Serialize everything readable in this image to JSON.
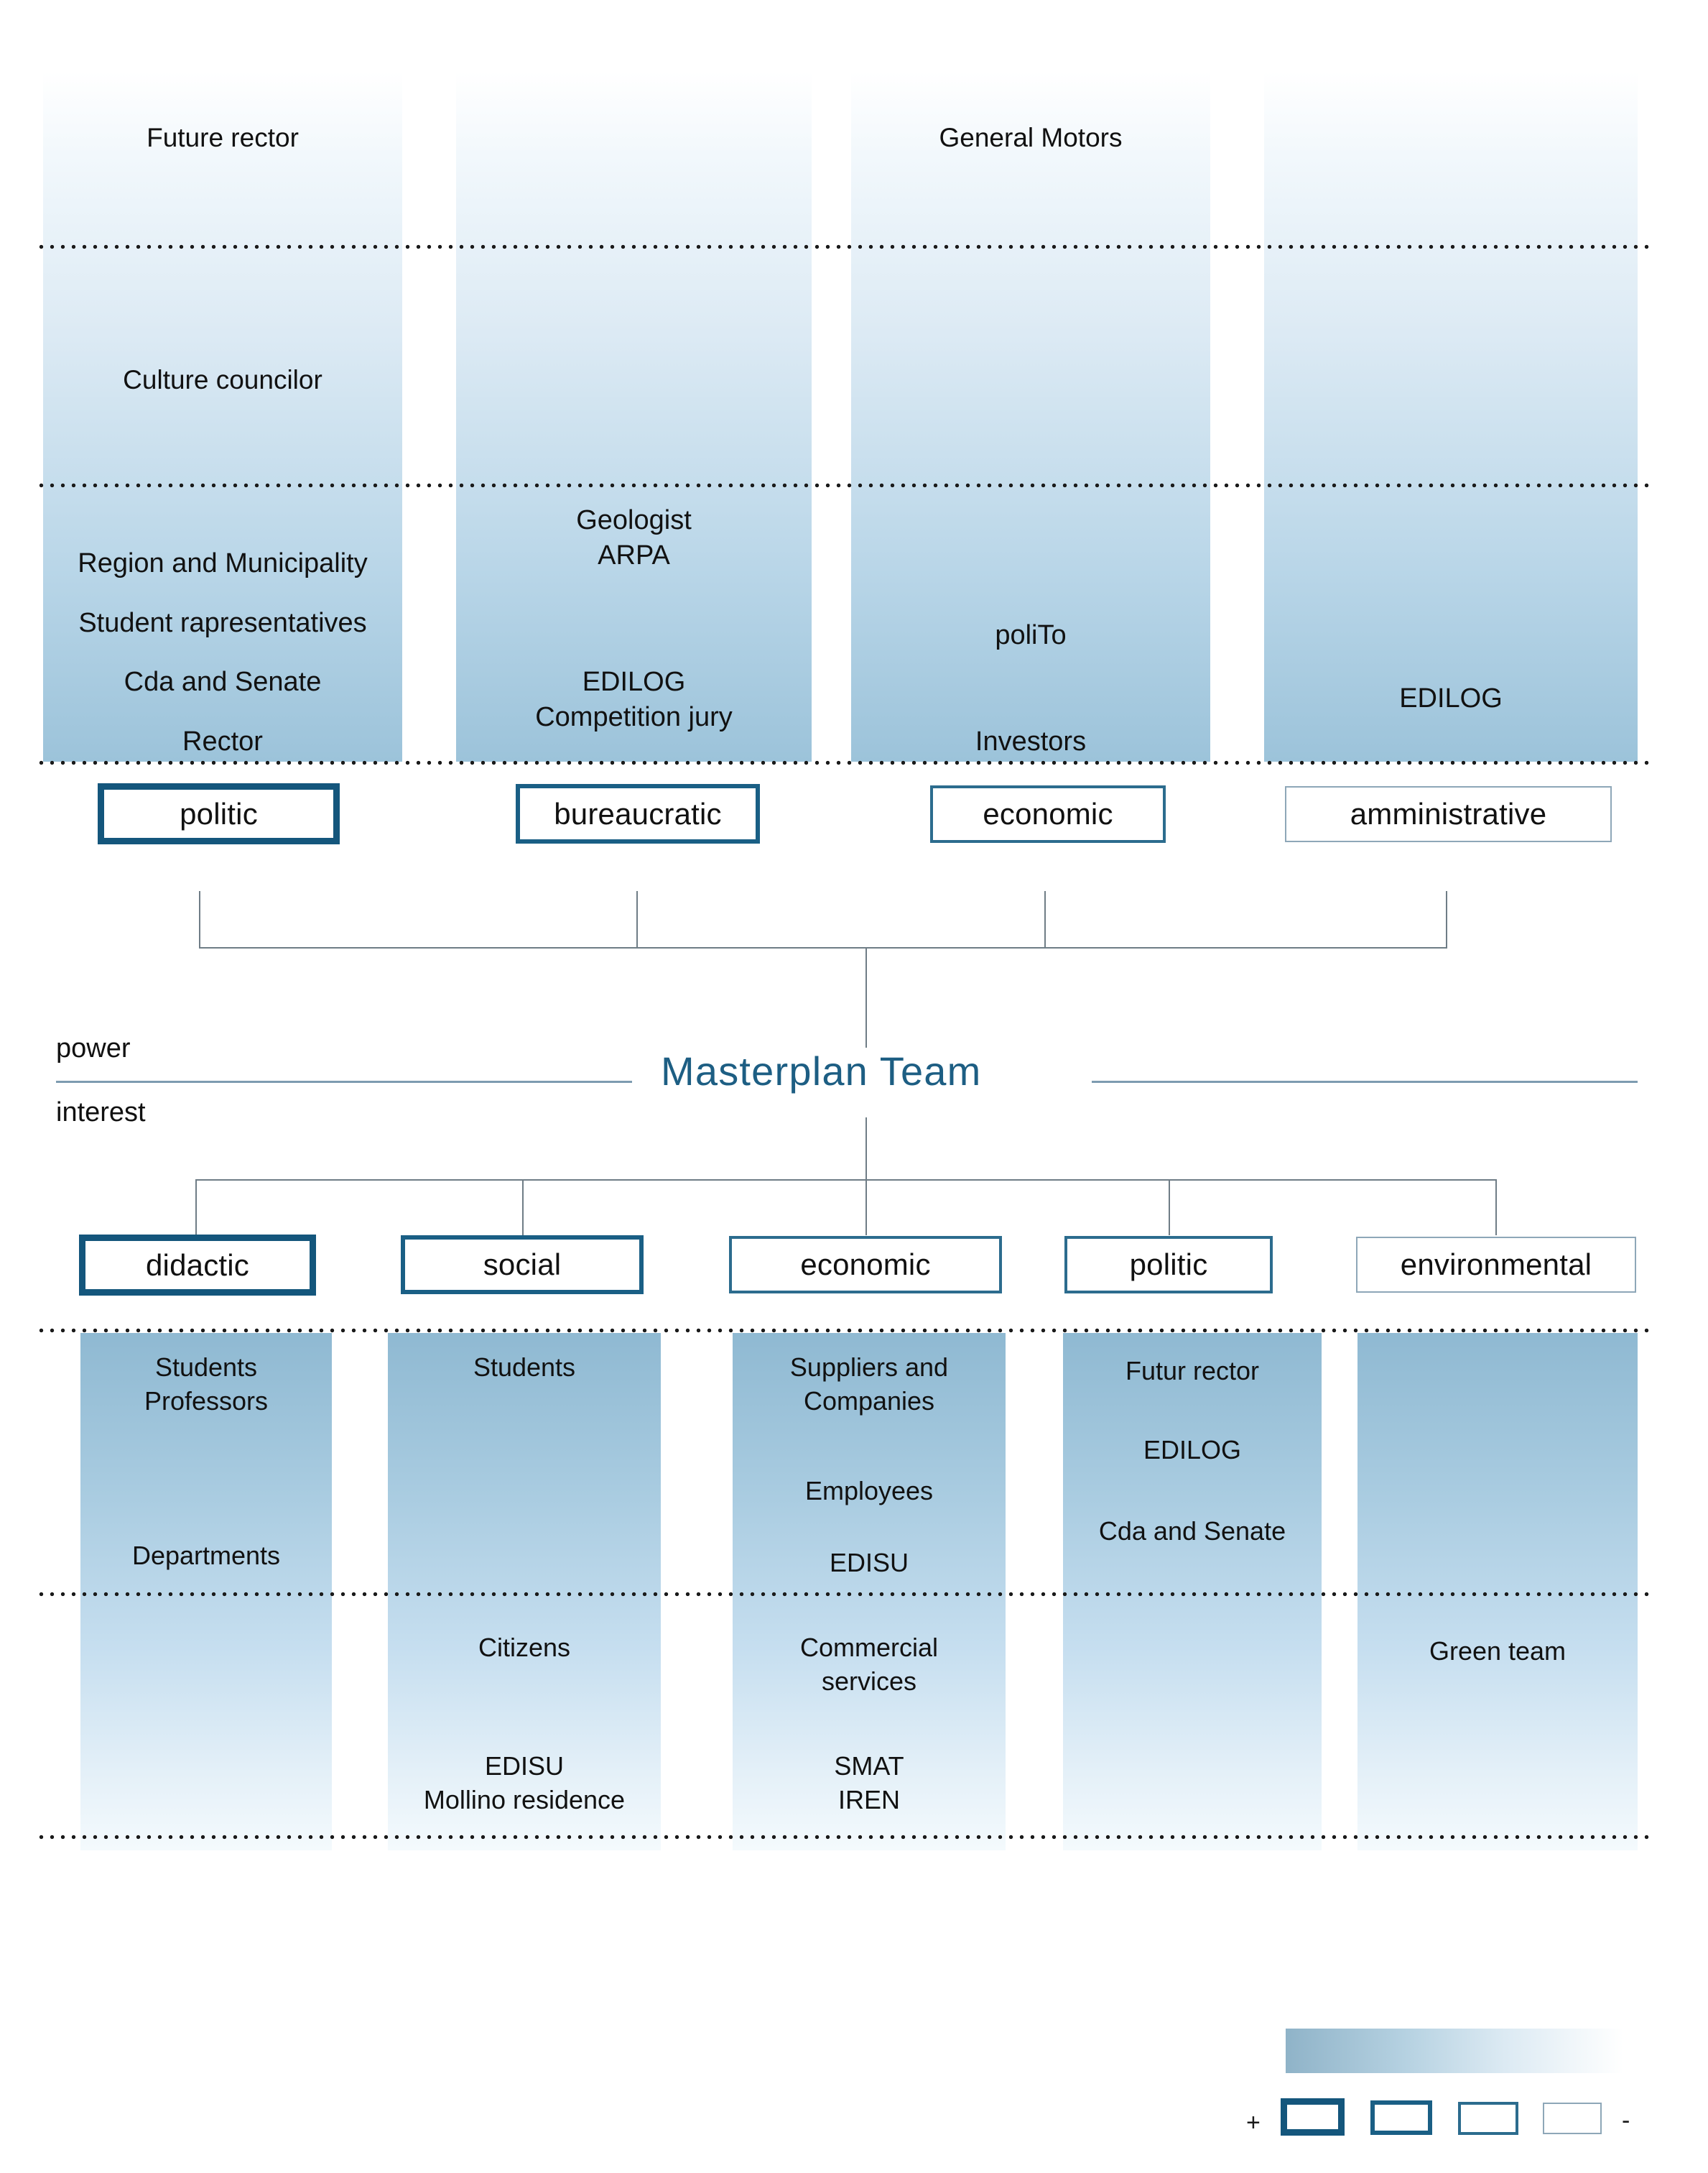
{
  "diagram": {
    "title": "Masterplan Team",
    "axis": {
      "power_label": "power",
      "interest_label": "interest"
    },
    "top_section": {
      "categories": [
        {
          "label": "politic",
          "weight": 4
        },
        {
          "label": "bureaucratic",
          "weight": 3
        },
        {
          "label": "economic",
          "weight": 2
        },
        {
          "label": "amministrative",
          "weight": 1
        }
      ],
      "columns": [
        {
          "category": "politic",
          "tiers": [
            {
              "tier": "high",
              "entries": [
                "Future rector"
              ]
            },
            {
              "tier": "medium",
              "entries": [
                "Culture councilor"
              ]
            },
            {
              "tier": "low",
              "entries": [
                "Region and Municipality",
                "Student rapresentatives",
                "Cda and Senate",
                "Rector"
              ]
            }
          ]
        },
        {
          "category": "bureaucratic",
          "tiers": [
            {
              "tier": "high",
              "entries": []
            },
            {
              "tier": "medium",
              "entries": []
            },
            {
              "tier": "low",
              "entries": [
                "Geologist",
                "ARPA",
                "EDILOG",
                "Competition jury"
              ]
            }
          ]
        },
        {
          "category": "economic",
          "tiers": [
            {
              "tier": "high",
              "entries": [
                "General Motors"
              ]
            },
            {
              "tier": "medium",
              "entries": []
            },
            {
              "tier": "low",
              "entries": [
                "poliTo",
                "Investors"
              ]
            }
          ]
        },
        {
          "category": "amministrative",
          "tiers": [
            {
              "tier": "high",
              "entries": []
            },
            {
              "tier": "medium",
              "entries": []
            },
            {
              "tier": "low",
              "entries": [
                "EDILOG"
              ]
            }
          ]
        }
      ]
    },
    "bottom_section": {
      "categories": [
        {
          "label": "didactic",
          "weight": 4
        },
        {
          "label": "social",
          "weight": 3
        },
        {
          "label": "economic",
          "weight": 2
        },
        {
          "label": "politic",
          "weight": 2
        },
        {
          "label": "environmental",
          "weight": 1
        }
      ],
      "columns": [
        {
          "category": "didactic",
          "tiers": [
            {
              "tier": "high",
              "entries": [
                "Students",
                "Professors",
                "Departments"
              ]
            },
            {
              "tier": "low",
              "entries": []
            }
          ]
        },
        {
          "category": "social",
          "tiers": [
            {
              "tier": "high",
              "entries": [
                "Students"
              ]
            },
            {
              "tier": "low",
              "entries": [
                "Citizens",
                "EDISU",
                "Mollino residence"
              ]
            }
          ]
        },
        {
          "category": "economic",
          "tiers": [
            {
              "tier": "high",
              "entries": [
                "Suppliers and",
                "Companies",
                "Employees",
                "EDISU"
              ]
            },
            {
              "tier": "low",
              "entries": [
                "Commercial",
                "services",
                "SMAT",
                "IREN"
              ]
            }
          ]
        },
        {
          "category": "politic",
          "tiers": [
            {
              "tier": "high",
              "entries": [
                "Futur rector",
                "EDILOG",
                "Cda and Senate"
              ]
            },
            {
              "tier": "low",
              "entries": []
            }
          ]
        },
        {
          "category": "environmental",
          "tiers": [
            {
              "tier": "high",
              "entries": []
            },
            {
              "tier": "low",
              "entries": [
                "Green team"
              ]
            }
          ]
        }
      ]
    },
    "legend": {
      "plus_sign": "+",
      "minus_sign": "-",
      "gradient_from": "#8fb3c8",
      "gradient_to": "#ffffff",
      "box_weights": [
        4,
        3,
        2,
        1
      ]
    },
    "colors": {
      "accent": "#1d5e83",
      "border_strong": "#14567c",
      "border_weak": "#8ea7b8",
      "connector": "#6f7d86",
      "band_top_end": "#9cc3da",
      "band_bottom_start": "#8fb9d2"
    }
  },
  "labels": {
    "top": {
      "c1_t1": "Future rector",
      "c1_t2": "Culture councilor",
      "c1_t3_l1": "Region and Municipality",
      "c1_t3_l2": "Student rapresentatives",
      "c1_t3_l3": "Cda and Senate",
      "c1_t3_l4": "Rector",
      "c2_t3_a": "Geologist\nARPA",
      "c2_t3_b": "EDILOG\nCompetition jury",
      "c3_t1": "General Motors",
      "c3_t3_a": "poliTo",
      "c3_t3_b": "Investors",
      "c4_t3": "EDILOG",
      "box1": "politic",
      "box2": "bureaucratic",
      "box3": "economic",
      "box4": "amministrative"
    },
    "bottom": {
      "box1": "didactic",
      "box2": "social",
      "box3": "economic",
      "box4": "politic",
      "box5": "environmental",
      "c1_a": "Students\nProfessors",
      "c1_b": "Departments",
      "c2_a": "Students",
      "c2_b": "Citizens",
      "c2_c": "EDISU\nMollino residence",
      "c3_a": "Suppliers and\nCompanies",
      "c3_b": "Employees",
      "c3_c": "EDISU",
      "c3_d": "Commercial\nservices",
      "c3_e": "SMAT\nIREN",
      "c4_a": "Futur rector",
      "c4_b": "EDILOG",
      "c4_c": "Cda and Senate",
      "c5_a": "Green team"
    }
  }
}
